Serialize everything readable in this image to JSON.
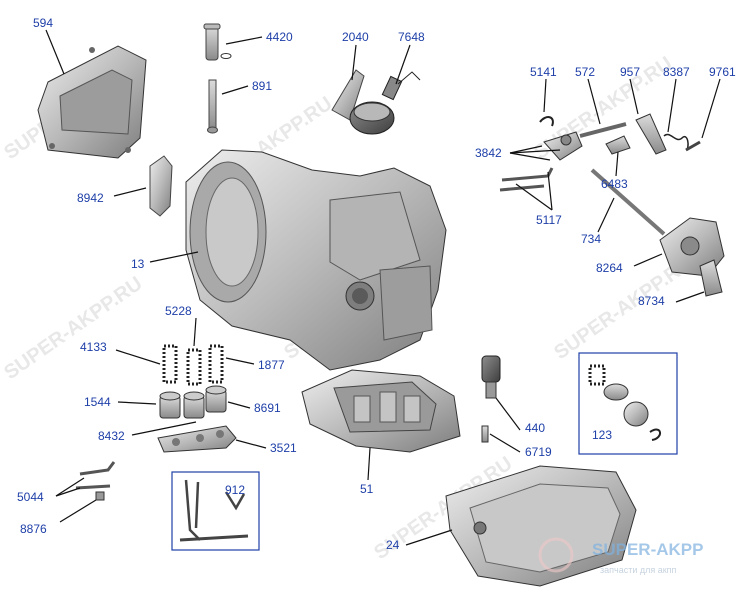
{
  "labels": {
    "p594": "594",
    "p4420": "4420",
    "p891": "891",
    "p2040": "2040",
    "p7648": "7648",
    "p5141": "5141",
    "p572": "572",
    "p957": "957",
    "p8387": "8387",
    "p9761": "9761",
    "p3842": "3842",
    "p6483": "6483",
    "p8942": "8942",
    "p13": "13",
    "p5117": "5117",
    "p734": "734",
    "p8264": "8264",
    "p8734": "8734",
    "p5228": "5228",
    "p4133": "4133",
    "p1877": "1877",
    "p123": "123",
    "p1544": "1544",
    "p8691": "8691",
    "p8432": "8432",
    "p3521": "3521",
    "p440": "440",
    "p6719": "6719",
    "p51": "51",
    "p5044": "5044",
    "p912": "912",
    "p8876": "8876",
    "p24": "24"
  },
  "watermark": {
    "text": "SUPER-AKPP.RU",
    "brand": "SUPER-AKPP",
    "tagline": "запчасти для акпп"
  },
  "colors": {
    "label": "#1e3fa8",
    "brand": "#2a7ac8",
    "brand_accent": "#d22"
  }
}
